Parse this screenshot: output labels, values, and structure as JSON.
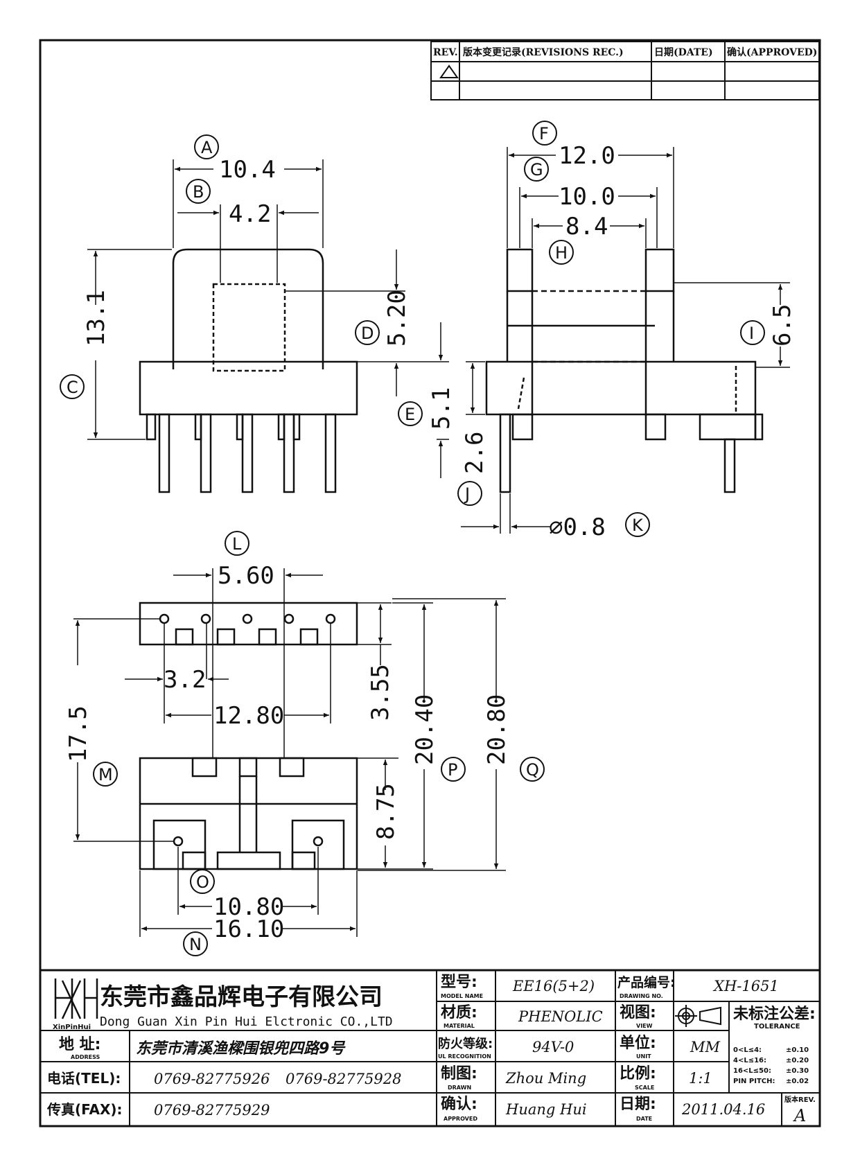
{
  "revision_block": {
    "headers": [
      "REV.",
      "版本变更记录(REVISIONS REC.)",
      "日期(DATE)",
      "确认(APPROVED)"
    ]
  },
  "dims": {
    "A": "10.4",
    "B": "4.2",
    "C": "13.1",
    "D": "5.20",
    "E": "5.1",
    "F": "12.0",
    "G": "10.0",
    "H": "8.4",
    "I": "6.5",
    "J": "2.6",
    "K": "⌀0.8",
    "L": "5.60",
    "M": "17.5",
    "N": "16.10",
    "O": "10.80",
    "P": "20.40",
    "Q": "20.80",
    "bot_3_2": "3.2",
    "bot_12_80": "12.80",
    "bot_3_55": "3.55",
    "bot_8_75": "8.75"
  },
  "callouts": [
    "A",
    "B",
    "C",
    "D",
    "E",
    "F",
    "G",
    "H",
    "I",
    "J",
    "K",
    "L",
    "M",
    "N",
    "O",
    "P",
    "Q"
  ],
  "title_block": {
    "company_cn": "东莞市鑫品辉电子有限公司",
    "company_en": "Dong Guan Xin Pin Hui Elctronic CO.,LTD",
    "logo_text": "XinPinHui",
    "address_label": "地 址:",
    "address_label_en": "ADDRESS",
    "address": "东莞市清溪渔樑围银兜四路9号",
    "tel_label": "电话(TEL):",
    "tel1": "0769-82775926",
    "tel2": "0769-82775928",
    "fax_label": "传真(FAX):",
    "fax": "0769-82775929",
    "model_label": "型号:",
    "model_label_en": "MODEL NAME",
    "model": "EE16(5+2)",
    "material_label": "材质:",
    "material_label_en": "MATERIAL",
    "material": "PHENOLIC",
    "ul_label": "防火等级:",
    "ul_label_en": "UL RECOGNITION",
    "ul": "94V-0",
    "drawn_label": "制图:",
    "drawn_label_en": "DRAWN",
    "drawn": "Zhou Ming",
    "approved_label": "确认:",
    "approved_label_en": "APPROVED",
    "approved": "Huang Hui",
    "drawing_no_label": "产品编号:",
    "drawing_no_label_en": "DRAWING NO.",
    "drawing_no": "XH-1651",
    "view_label": "视图:",
    "view_label_en": "VIEW",
    "unit_label": "单位:",
    "unit_label_en": "UNIT",
    "unit": "MM",
    "scale_label": "比例:",
    "scale_label_en": "SCALE",
    "scale": "1:1",
    "date_label": "日期:",
    "date_label_en": "DATE",
    "date": "2011.04.16",
    "tolerance_title": "未标注公差:",
    "tolerance_title_en": "TOLERANCE",
    "tolerances": [
      {
        "range": "0<L≤4:",
        "value": "±0.10"
      },
      {
        "range": "4<L≤16:",
        "value": "±0.20"
      },
      {
        "range": "16<L≤50:",
        "value": "±0.30"
      },
      {
        "range": "PIN PITCH:",
        "value": "±0.02"
      }
    ],
    "rev_label": "版本REV.",
    "rev": "A"
  }
}
